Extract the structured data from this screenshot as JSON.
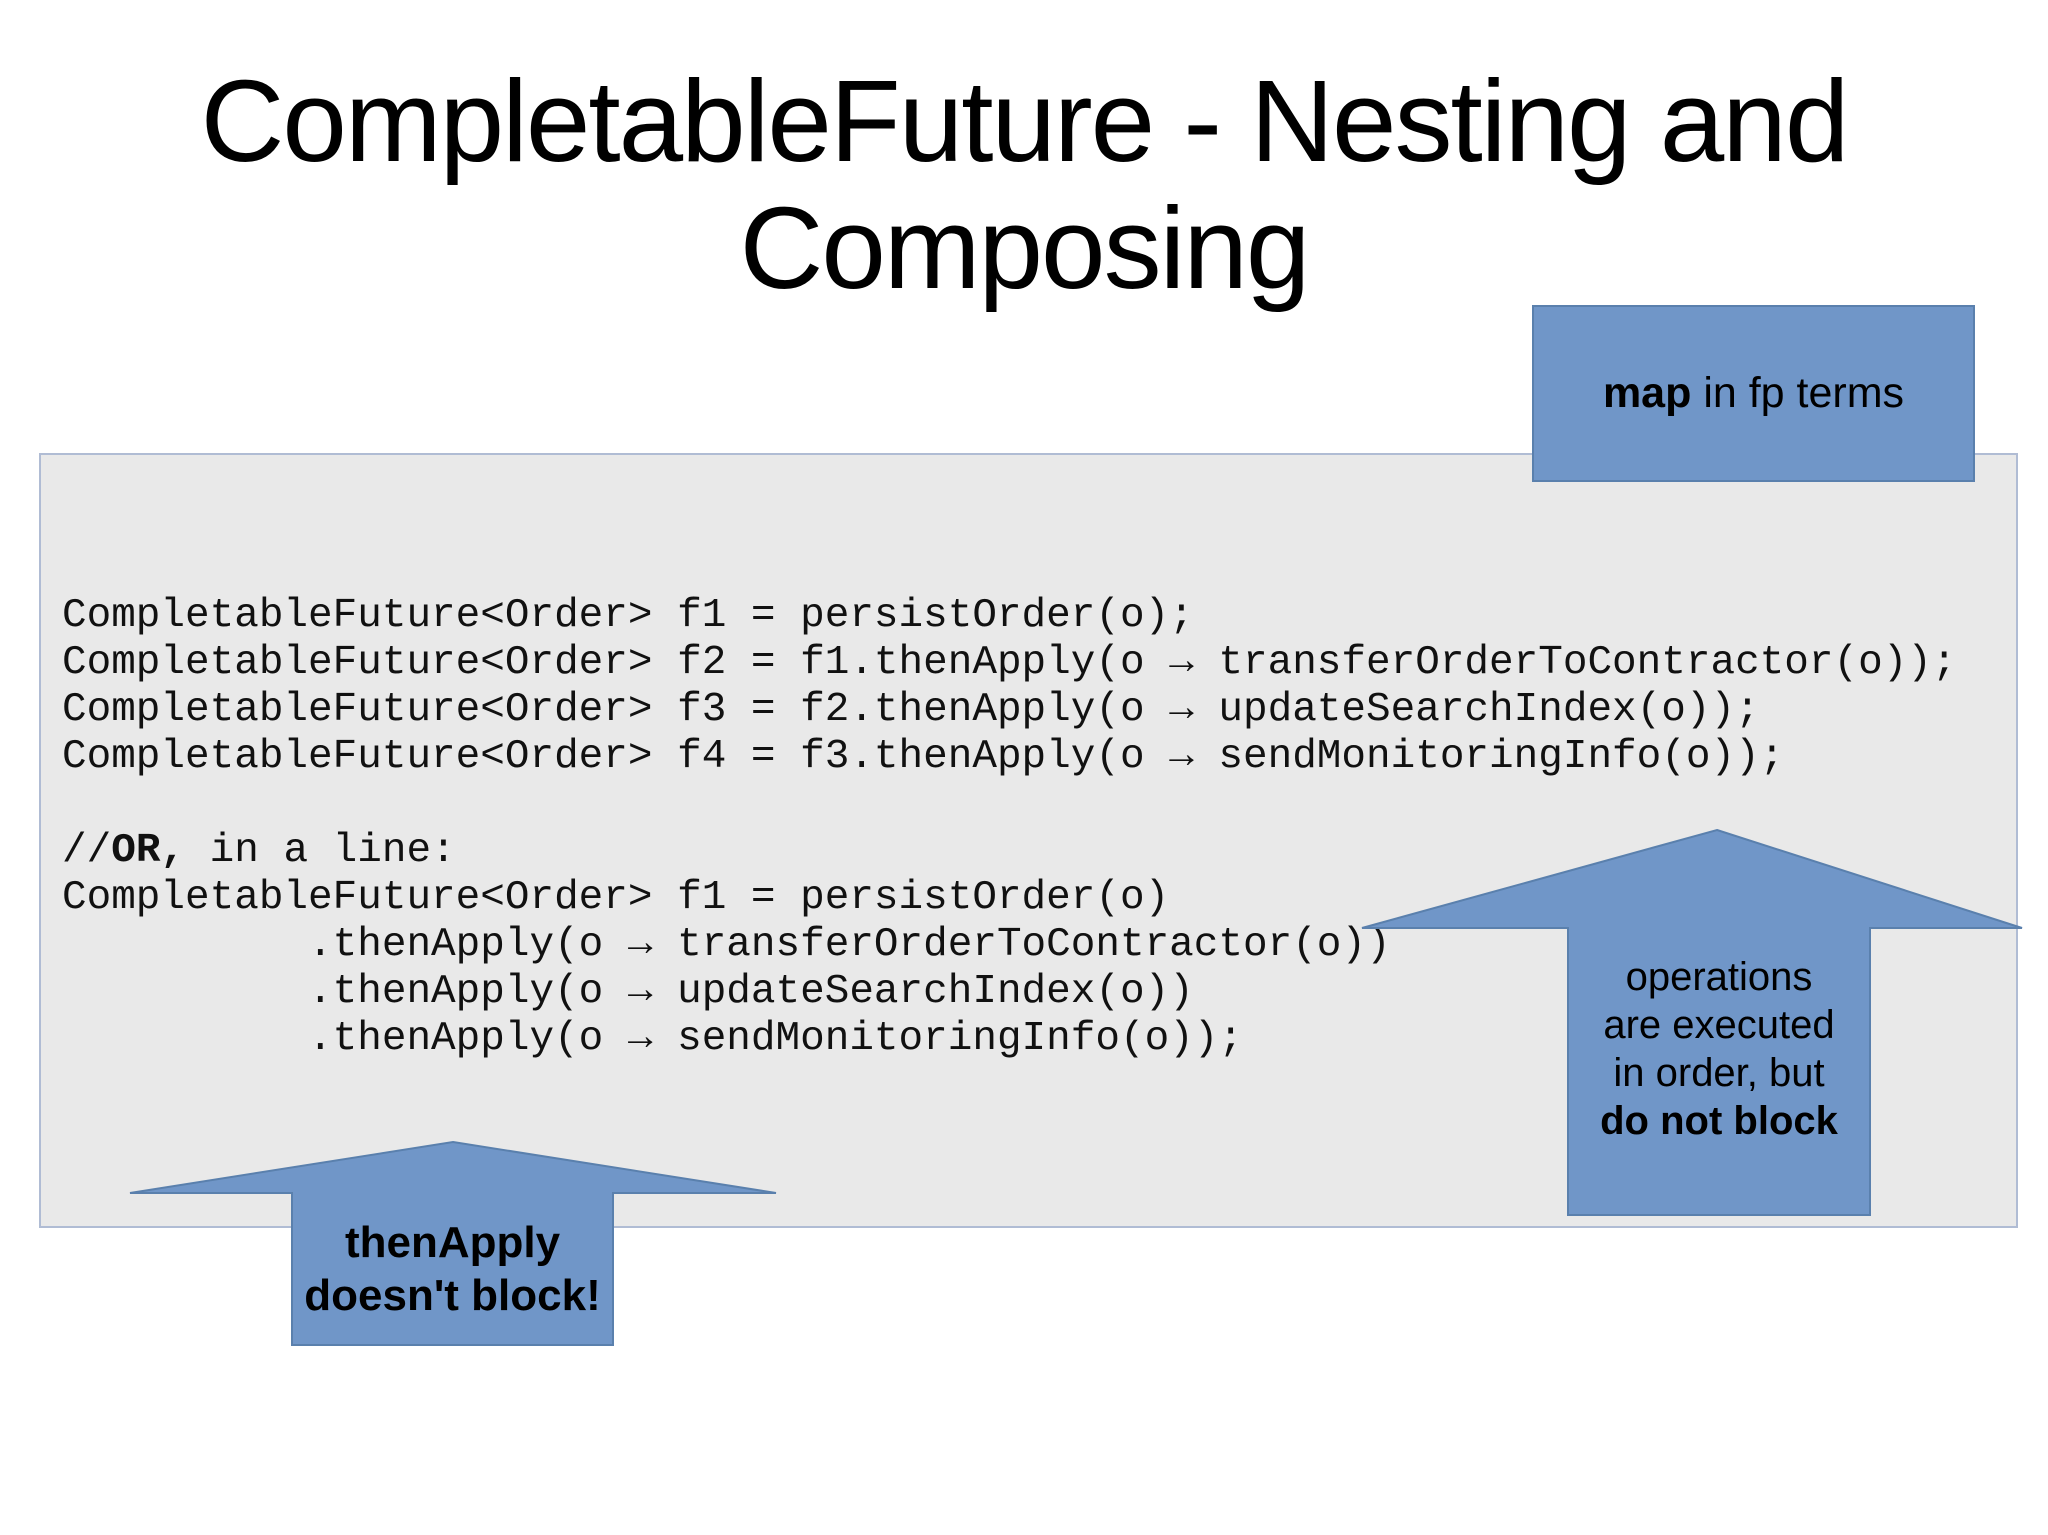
{
  "title": {
    "line1": "CompletableFuture - Nesting and",
    "line2": "Composing"
  },
  "callouts": {
    "map": {
      "bold": "map",
      "rest": " in fp terms"
    },
    "then_apply": {
      "line1": "thenApply",
      "line2": "doesn't block!"
    },
    "operations": {
      "line1": "operations",
      "line2": "are executed",
      "line3": "in order, but",
      "line4_bold": "do not block"
    }
  },
  "code": {
    "block1": [
      "CompletableFuture<Order> f1 = persistOrder(o);",
      "CompletableFuture<Order> f2 = f1.thenApply(o → transferOrderToContractor(o));",
      "CompletableFuture<Order> f3 = f2.thenApply(o → updateSearchIndex(o));",
      "CompletableFuture<Order> f4 = f3.thenApply(o → sendMonitoringInfo(o));"
    ],
    "comment": {
      "prefix": "//",
      "bold": "OR,",
      "rest": " in a line:"
    },
    "block2": [
      "CompletableFuture<Order> f1 = persistOrder(o)",
      "          .thenApply(o → transferOrderToContractor(o))",
      "          .thenApply(o → updateSearchIndex(o))",
      "          .thenApply(o → sendMonitoringInfo(o));"
    ]
  },
  "colors": {
    "accent_blue": "#7096c8",
    "accent_blue_border": "#5a80ad",
    "panel_gray": "#e9e9e9"
  }
}
